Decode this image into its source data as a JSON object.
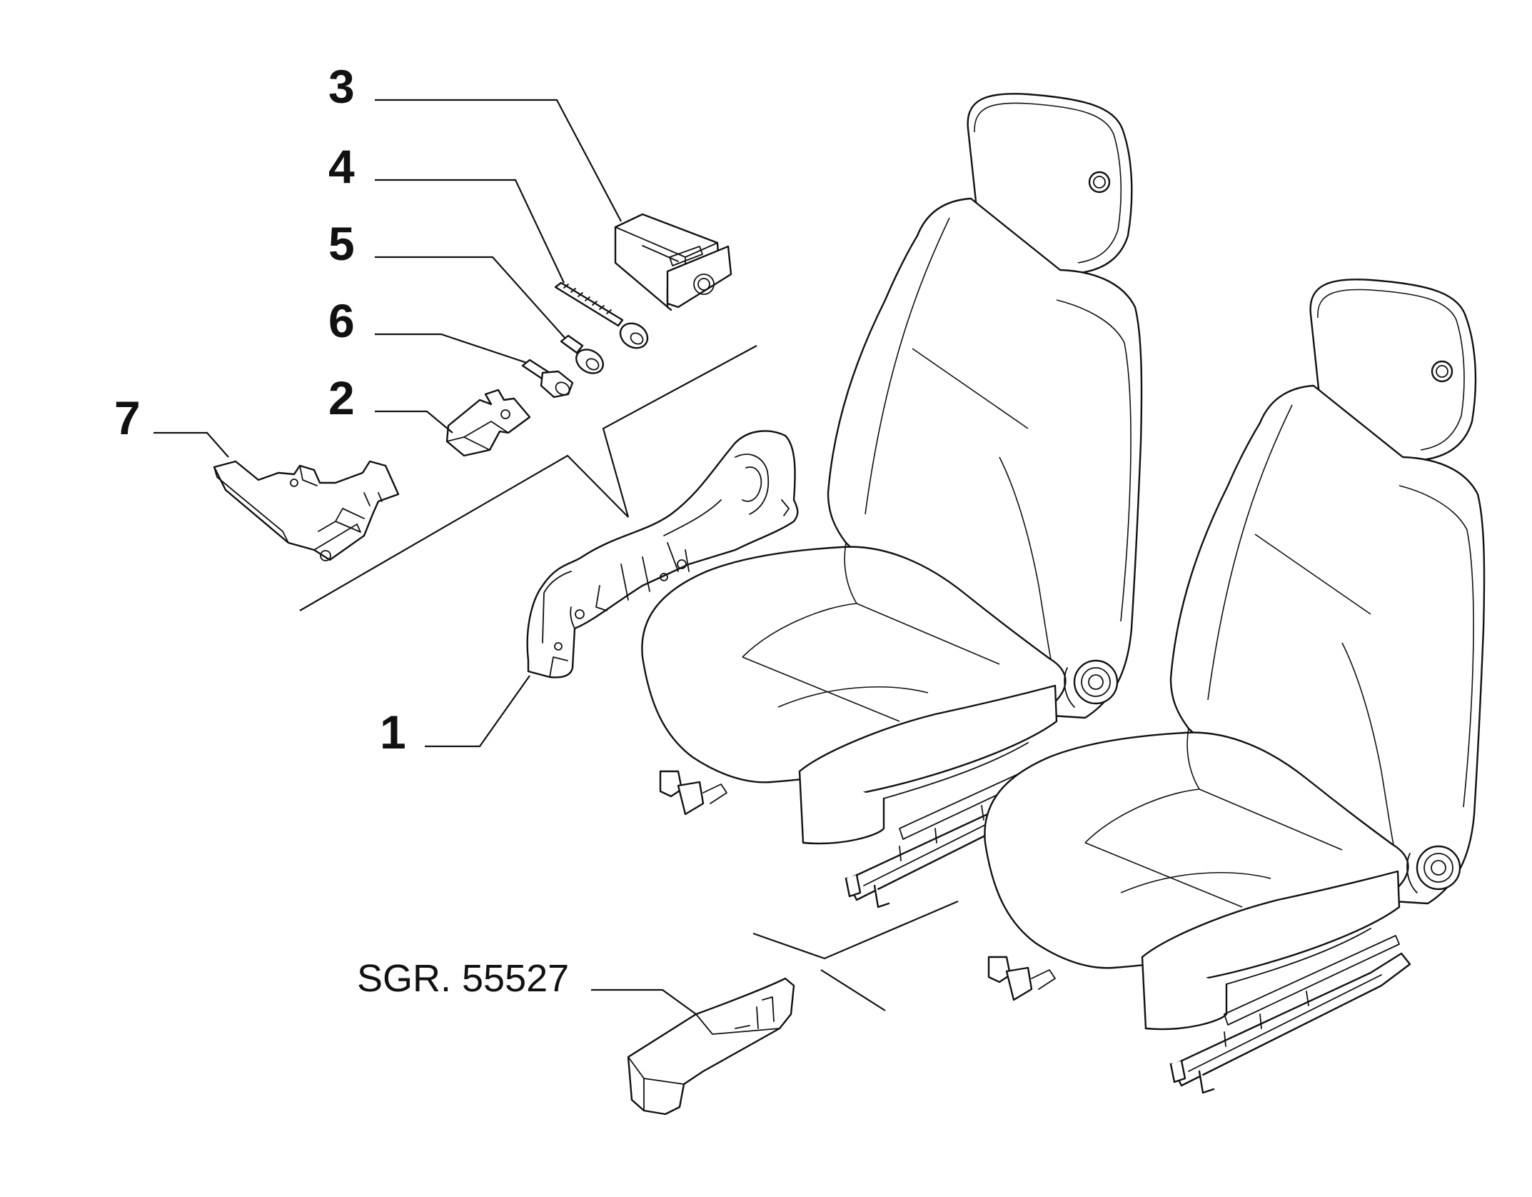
{
  "callouts": {
    "c1": "1",
    "c2": "2",
    "c3": "3",
    "c4": "4",
    "c5": "5",
    "c6": "6",
    "c7": "7"
  },
  "reference": {
    "label": "SGR. 55527"
  },
  "colors": {
    "ink": "#111111",
    "background": "#ffffff"
  }
}
